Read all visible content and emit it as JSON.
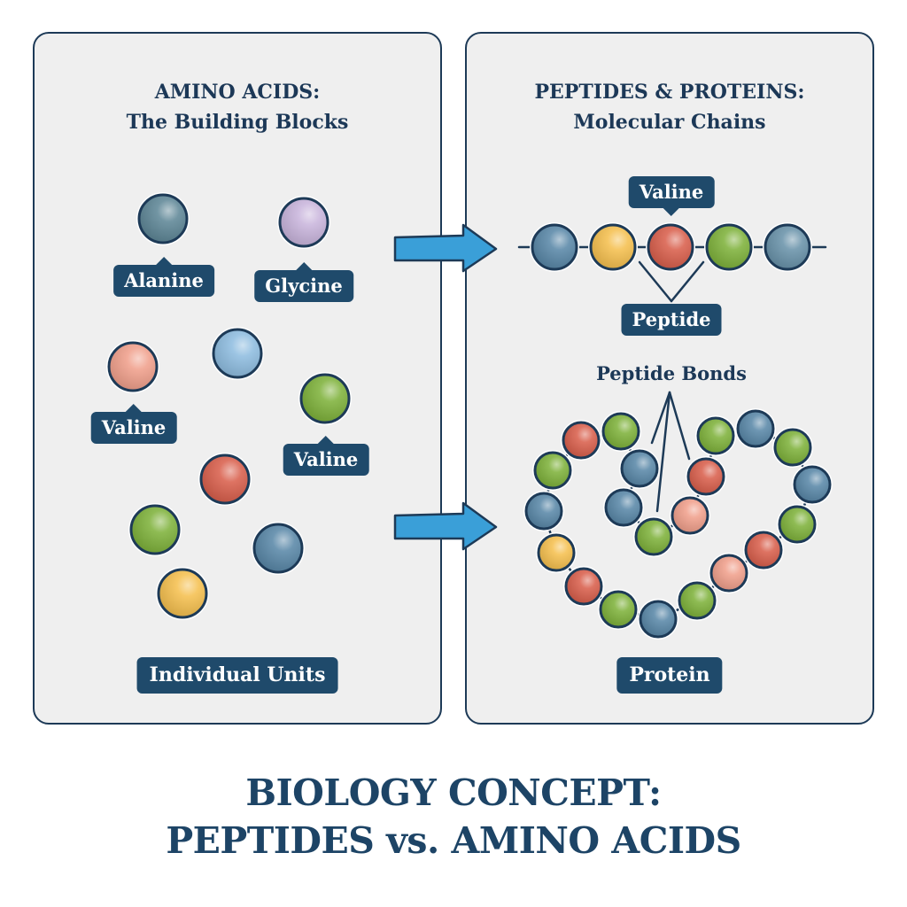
{
  "left_panel": {
    "title_line1": "AMINO ACIDS:",
    "title_line2": "The Building Blocks",
    "labels": {
      "alanine": "Alanine",
      "glycine": "Glycine",
      "valine_1": "Valine",
      "valine_2": "Valine"
    },
    "footer_label": "Individual Units",
    "molecules": [
      {
        "name": "alanine",
        "color": "#5f8797"
      },
      {
        "name": "glycine",
        "color": "#c9b5dc"
      },
      {
        "name": "valine-salmon",
        "color": "#f0a08c"
      },
      {
        "name": "light-blue",
        "color": "#8fbde0"
      },
      {
        "name": "valine-green",
        "color": "#7fb23c"
      },
      {
        "name": "red",
        "color": "#d9604d"
      },
      {
        "name": "green",
        "color": "#7fb23c"
      },
      {
        "name": "steel-blue",
        "color": "#5a88a8"
      },
      {
        "name": "yellow",
        "color": "#f5c050"
      }
    ]
  },
  "right_panel": {
    "title_line1": "PEPTIDES & PROTEINS:",
    "title_line2": "Molecular Chains",
    "chain_top_label": "Valine",
    "chain_bottom_label": "Peptide",
    "bonds_label": "Peptide Bonds",
    "footer_label": "Protein",
    "peptide_chain_colors": [
      "#5a88a8",
      "#f5c050",
      "#d9604d",
      "#7fb23c",
      "#6a93aa"
    ],
    "protein_chain_colors": [
      "#5a88a8",
      "#7fb23c",
      "#d9604d",
      "#f0a08c",
      "#7fb23c",
      "#d9604d",
      "#f0a08c",
      "#7fb23c",
      "#5a88a8",
      "#7fb23c",
      "#5a88a8",
      "#7fb23c",
      "#d9604d",
      "#f5c050",
      "#5a88a8",
      "#7fb23c",
      "#d9604d",
      "#7fb23c",
      "#5a88a8",
      "#5a88a8",
      "#7fb23c",
      "#f0a08c",
      "#d9604d",
      "#7fb23c",
      "#5a88a8",
      "#7fb23c",
      "#5a88a8"
    ]
  },
  "arrows": [
    {
      "name": "top-arrow",
      "color": "#3a9fd8"
    },
    {
      "name": "bottom-arrow",
      "color": "#3a9fd8"
    }
  ],
  "main_title": {
    "line1": "BIOLOGY CONCEPT:",
    "line2": "PEPTIDES vs. AMINO ACIDS"
  },
  "colors": {
    "navy": "#1d3a57",
    "tag_bg": "#1f4a6b",
    "panel_bg": "#efefef",
    "arrow_blue": "#3a9fd8"
  }
}
